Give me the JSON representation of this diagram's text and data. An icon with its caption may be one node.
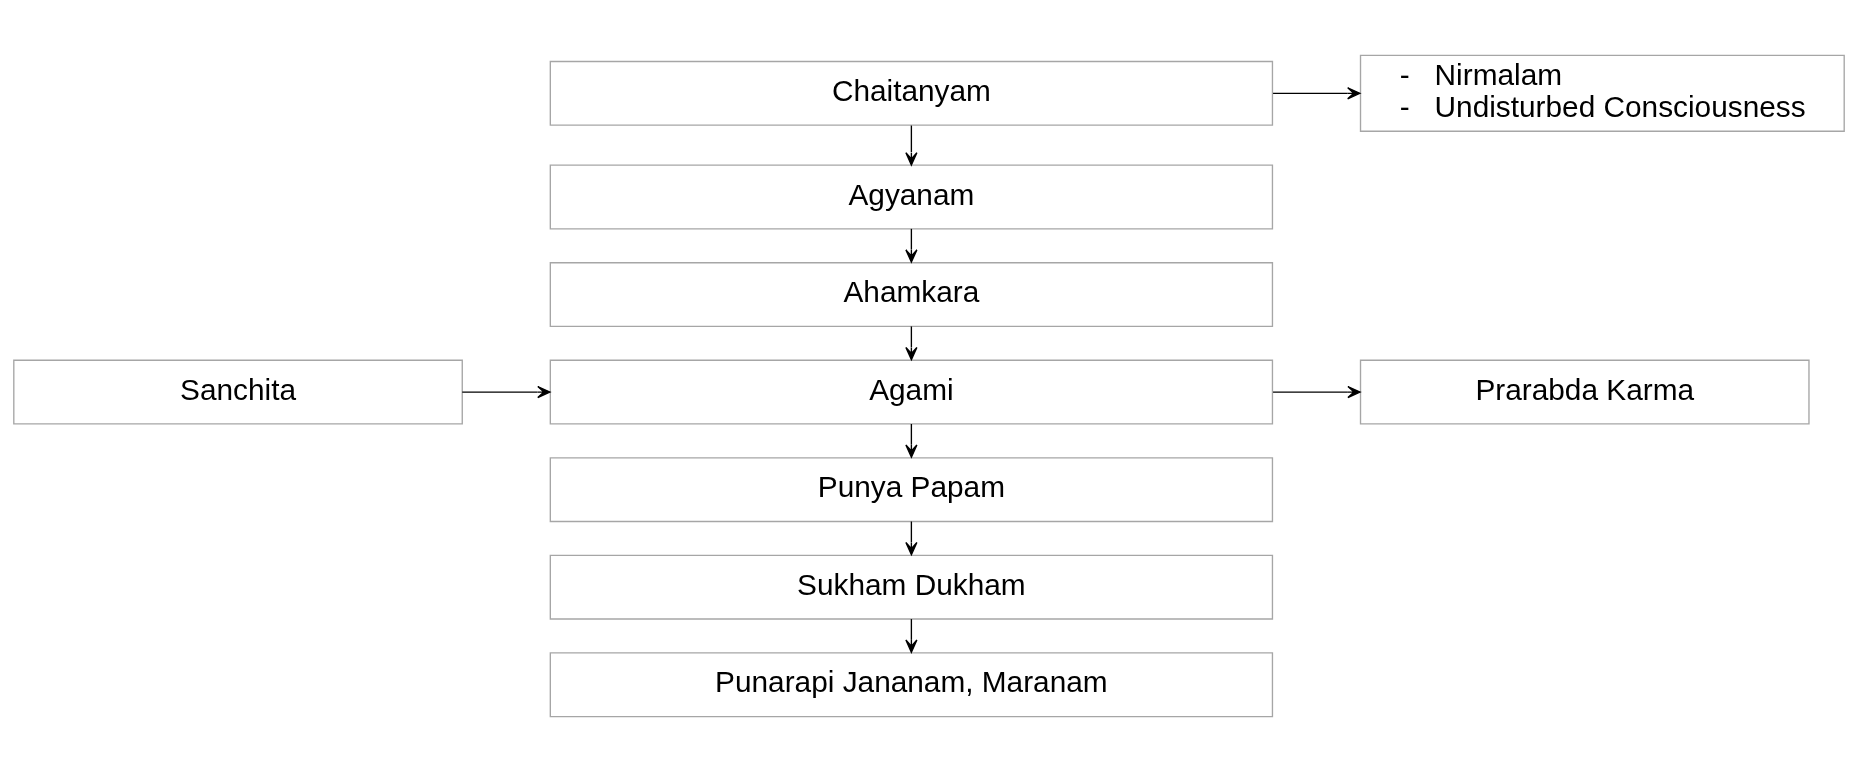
{
  "diagram": {
    "nodes": [
      {
        "text": [
          "Chaitanyam"
        ]
      },
      {
        "text": [
          "-   Nirmalam",
          "-   Undisturbed Consciousness"
        ]
      },
      {
        "text": [
          "Agyanam"
        ]
      },
      {
        "text": [
          "Ahamkara"
        ]
      },
      {
        "text": [
          "Sanchita"
        ]
      },
      {
        "text": [
          "Agami"
        ]
      },
      {
        "text": [
          "Prarabda Karma"
        ]
      },
      {
        "text": [
          "Punya Papam"
        ]
      },
      {
        "text": [
          "Sukham Dukham"
        ]
      },
      {
        "text": [
          "Punarapi Jananam, Maranam"
        ]
      }
    ],
    "edges": [
      {
        "from": 0,
        "to": 1,
        "arrow": "to"
      },
      {
        "from": 0,
        "to": 2,
        "arrow": "to"
      },
      {
        "from": 2,
        "to": 3,
        "arrow": "to"
      },
      {
        "from": 3,
        "to": 5,
        "arrow": "to"
      },
      {
        "from": 4,
        "to": 5,
        "arrow": "to"
      },
      {
        "from": 5,
        "to": 6,
        "arrow": "to"
      },
      {
        "from": 5,
        "to": 7,
        "arrow": "to"
      },
      {
        "from": 7,
        "to": 8,
        "arrow": "to"
      },
      {
        "from": 8,
        "to": 9,
        "arrow": "to"
      }
    ]
  }
}
